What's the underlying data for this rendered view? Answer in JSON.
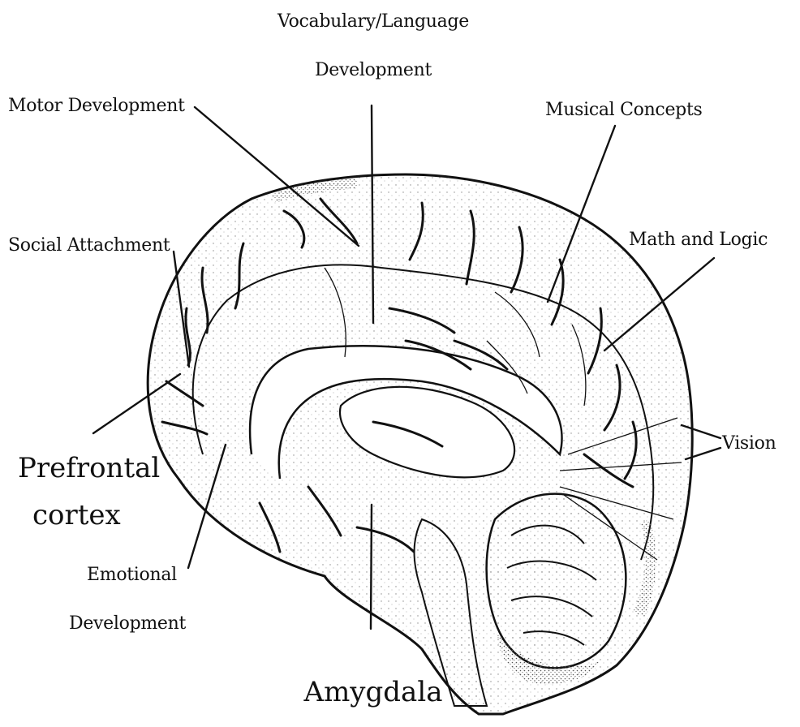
{
  "diagram": {
    "labels": {
      "vocabulary_line1": "Vocabulary/Language",
      "vocabulary_line2": "Development",
      "motor": "Motor Development",
      "musical": "Musical Concepts",
      "social": "Social Attachment",
      "math": "Math and Logic",
      "vision": "Vision",
      "prefrontal_line1": "Prefrontal",
      "prefrontal_line2": "cortex",
      "emotional_line1": "Emotional",
      "emotional_line2": "Development",
      "amygdala": "Amygdala"
    },
    "colors": {
      "ink": "#111111",
      "paper": "#ffffff",
      "stipple": "#8a8a8a"
    }
  }
}
